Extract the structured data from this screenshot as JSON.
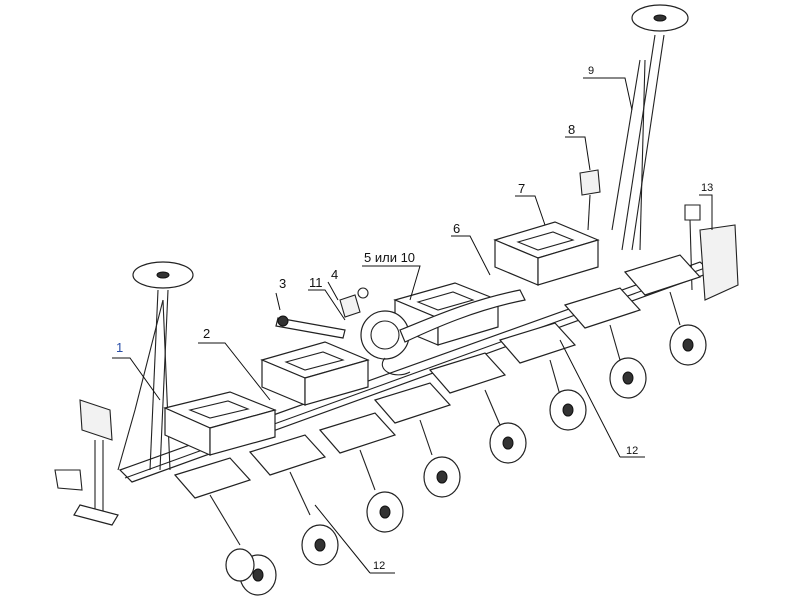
{
  "labels": {
    "l1": "1",
    "l2": "2",
    "l3": "3",
    "l4": "4",
    "l5": "5 или 10",
    "l6": "6",
    "l7": "7",
    "l8": "8",
    "l9": "9",
    "l11": "11",
    "l12a": "12",
    "l12b": "12",
    "l13": "13"
  },
  "colors": {
    "label_1": "#2a4fa8",
    "line": "#111111"
  }
}
